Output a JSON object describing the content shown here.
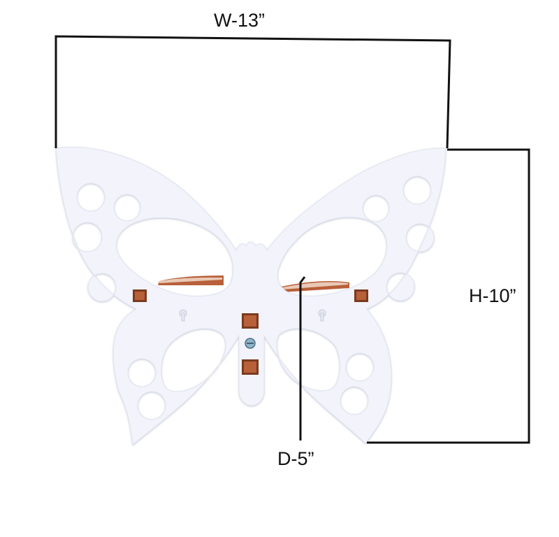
{
  "dimensions": {
    "width_label": "W-13”",
    "height_label": "H-10”",
    "depth_label": "D-5”"
  },
  "colors": {
    "shelf_body": "#f2f3fb",
    "wood_edge": "#b8603a",
    "wood_dark": "#7a3a1e",
    "dimension_line": "#111111",
    "screw": "#8fb3c9"
  }
}
